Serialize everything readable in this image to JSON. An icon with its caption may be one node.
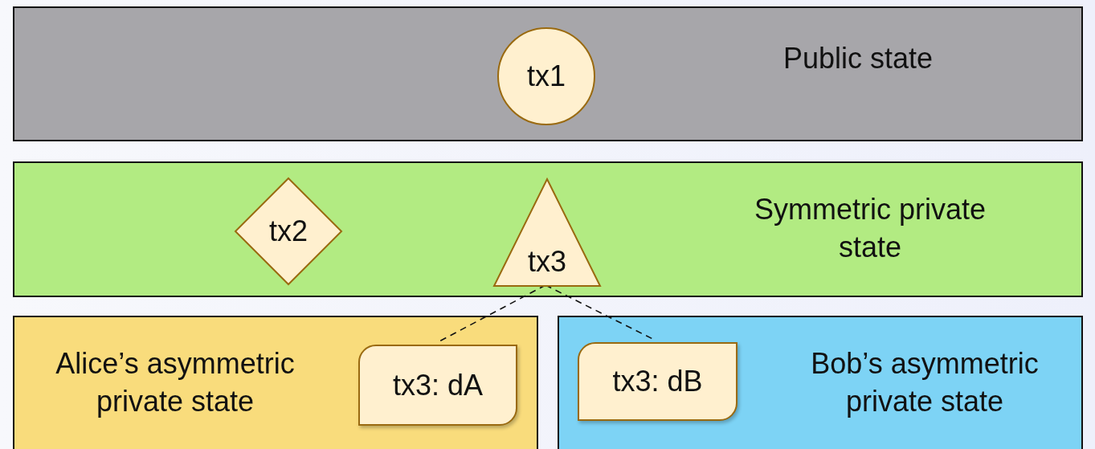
{
  "diagram": {
    "nodes": [
      {
        "text": [
          "Public state"
        ]
      },
      {
        "text": [
          "tx1"
        ],
        "in": 0
      },
      {
        "text": [
          "Symmetric private state"
        ]
      },
      {
        "text": [
          "tx2"
        ],
        "in": 2
      },
      {
        "text": [
          "tx3"
        ],
        "in": 2
      },
      {
        "text": [
          "Alice’s asymmetric private state"
        ]
      },
      {
        "text": [
          "tx3: dA"
        ],
        "in": 5
      },
      {
        "text": [
          "Bob’s asymmetric private state"
        ]
      },
      {
        "text": [
          "tx3: dB"
        ],
        "in": 7
      }
    ],
    "edges": [
      {
        "from": 4,
        "to": 6,
        "arrow": "none",
        "style": "dashed"
      },
      {
        "from": 4,
        "to": 8,
        "arrow": "none",
        "style": "dashed"
      }
    ]
  }
}
